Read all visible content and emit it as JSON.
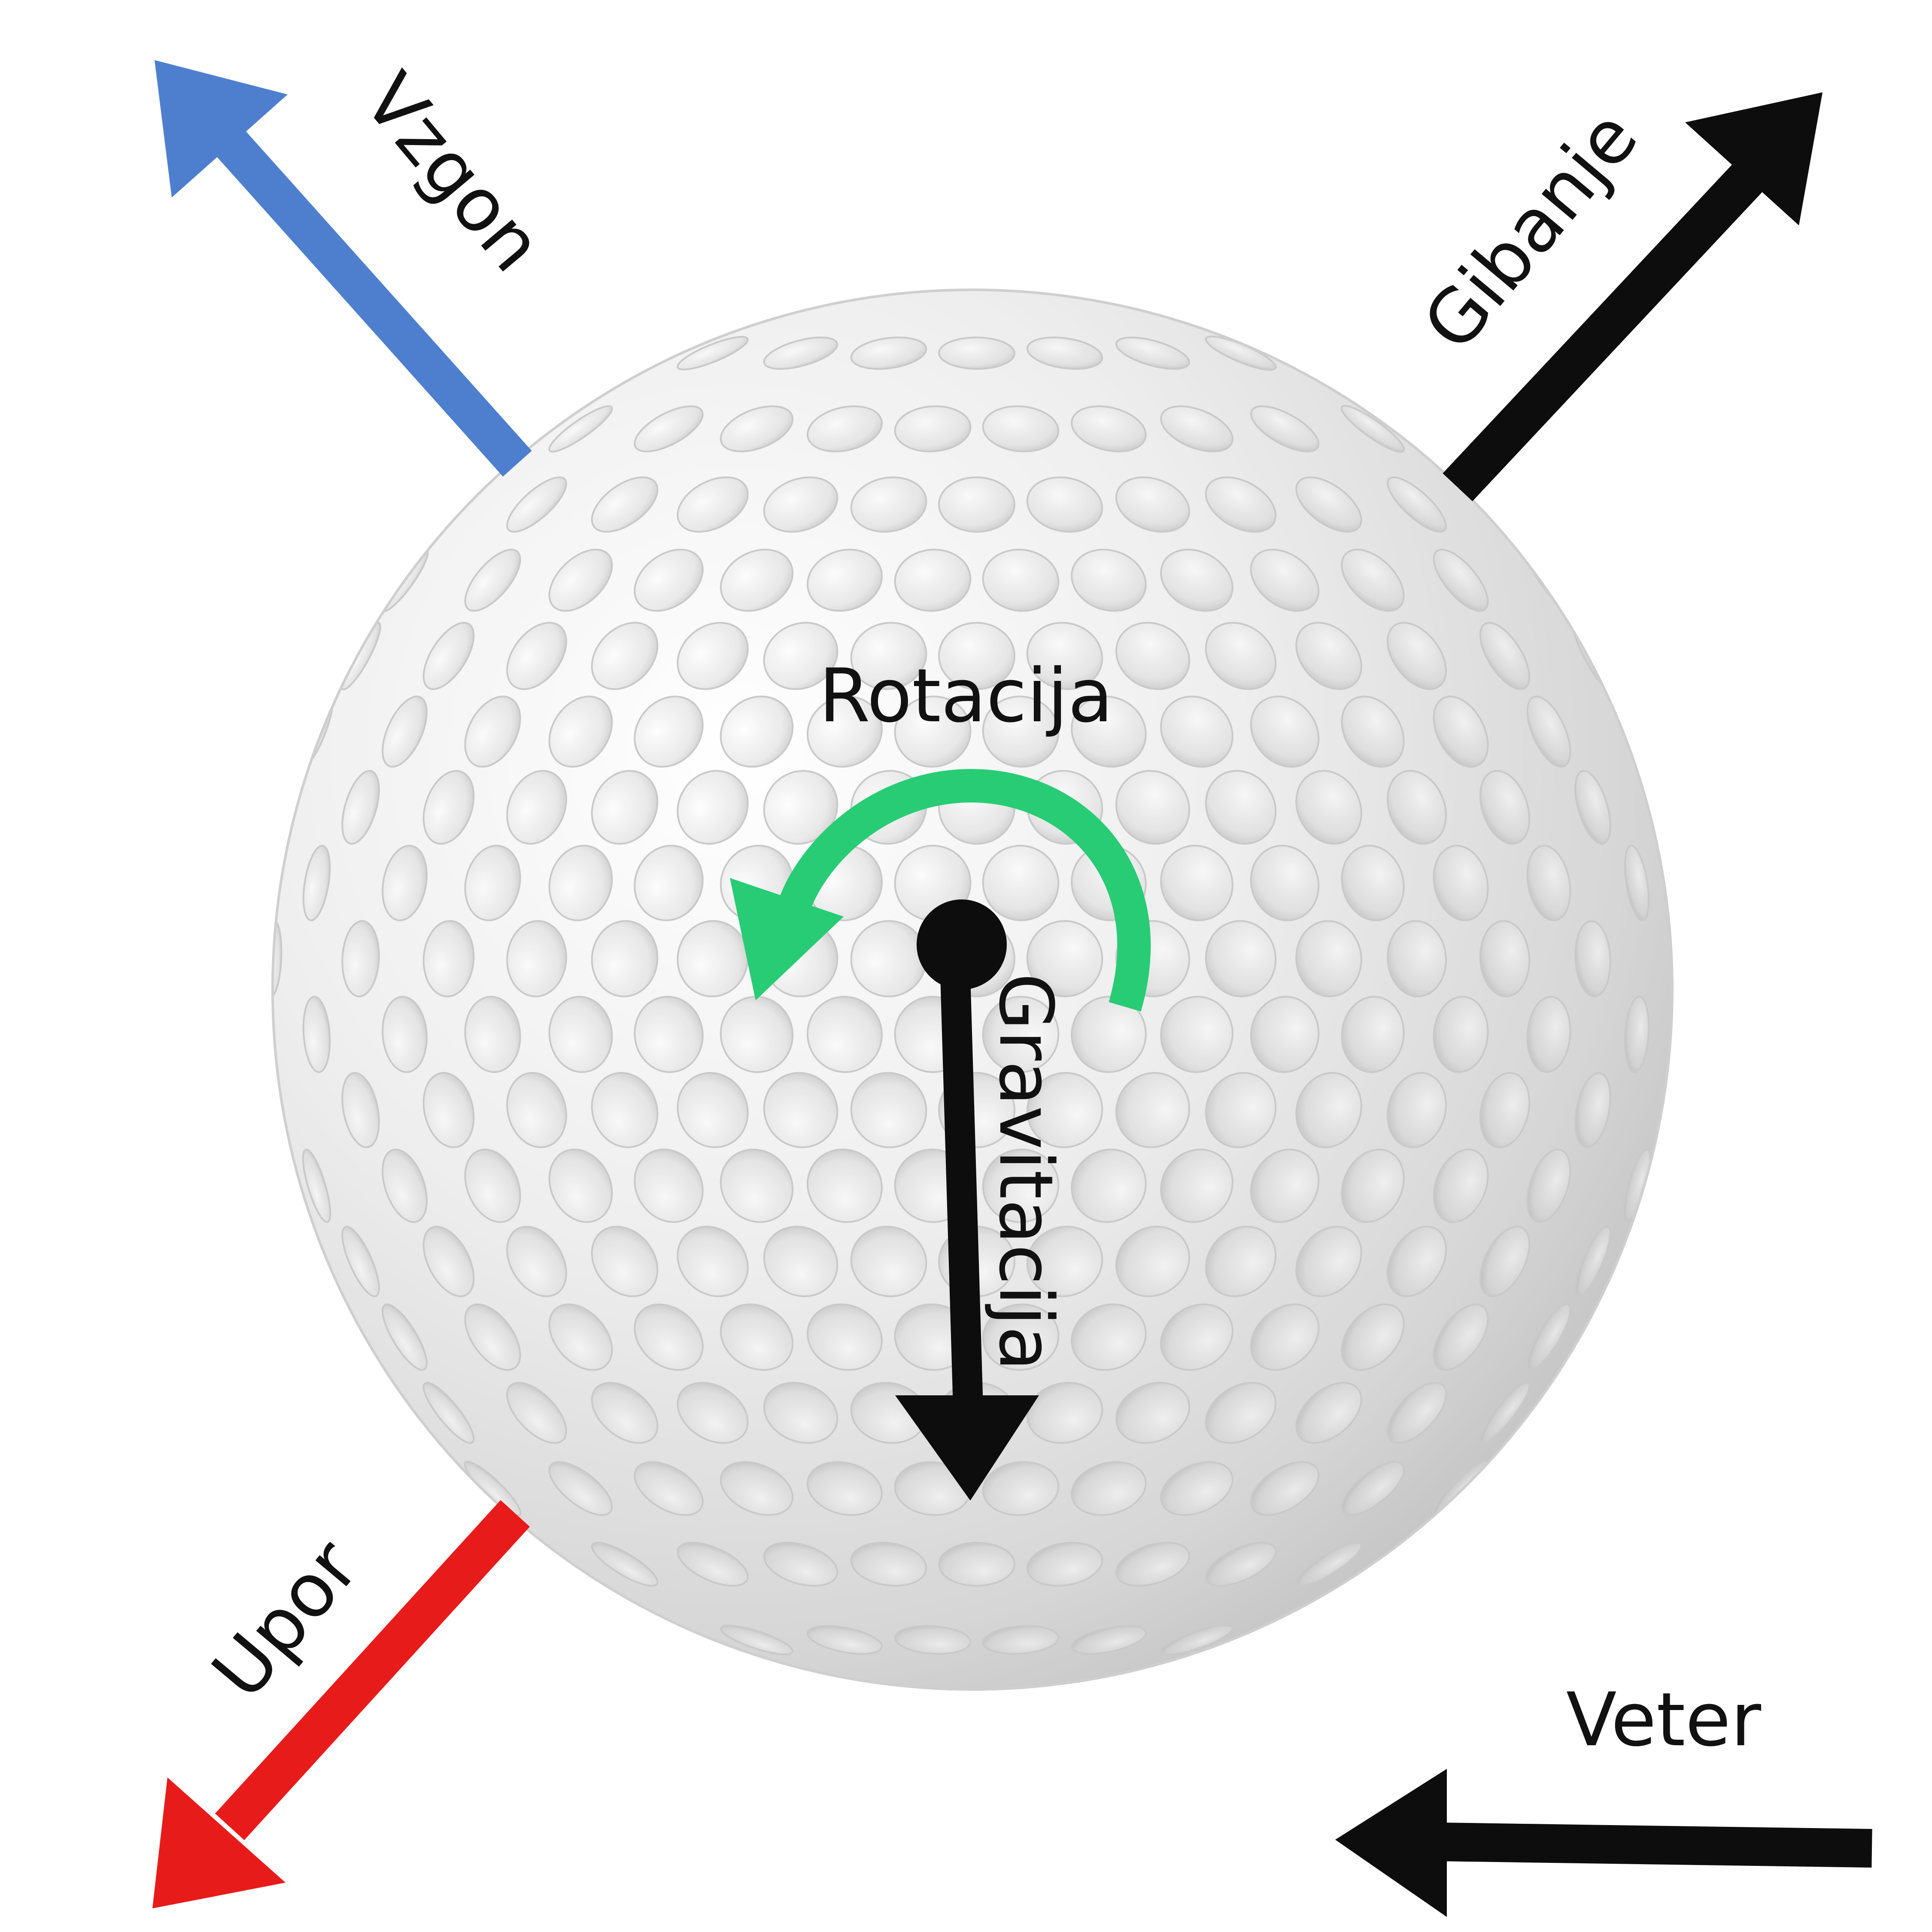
{
  "labels": {
    "lift": "Vzgon",
    "motion": "Gibanje",
    "rotation": "Rotacija",
    "gravity": "Gravitacija",
    "drag": "Upor",
    "wind": "Veter"
  },
  "colors": {
    "lift": "#4d7fce",
    "motion": "#0d0d0d",
    "rotation": "#27cc74",
    "gravity": "#0d0d0d",
    "drag": "#e81b1b",
    "wind": "#0d0d0d",
    "ball": "#e8e8e8"
  },
  "icons": {
    "ball": "golf-ball-icon",
    "center": "center-of-mass-dot"
  }
}
